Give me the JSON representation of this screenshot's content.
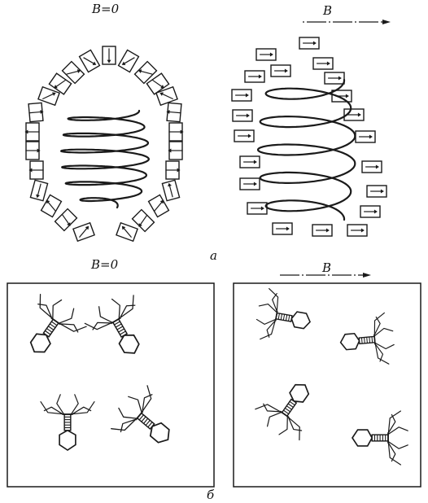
{
  "figure": {
    "top_left_label": "B=0",
    "top_right_label": "B",
    "part_a_label": "a",
    "bottom_left_label": "B=0",
    "bottom_right_label": "B",
    "part_b_label": "б"
  },
  "colors": {
    "ink": "#1a1a1a",
    "background": "#ffffff"
  }
}
